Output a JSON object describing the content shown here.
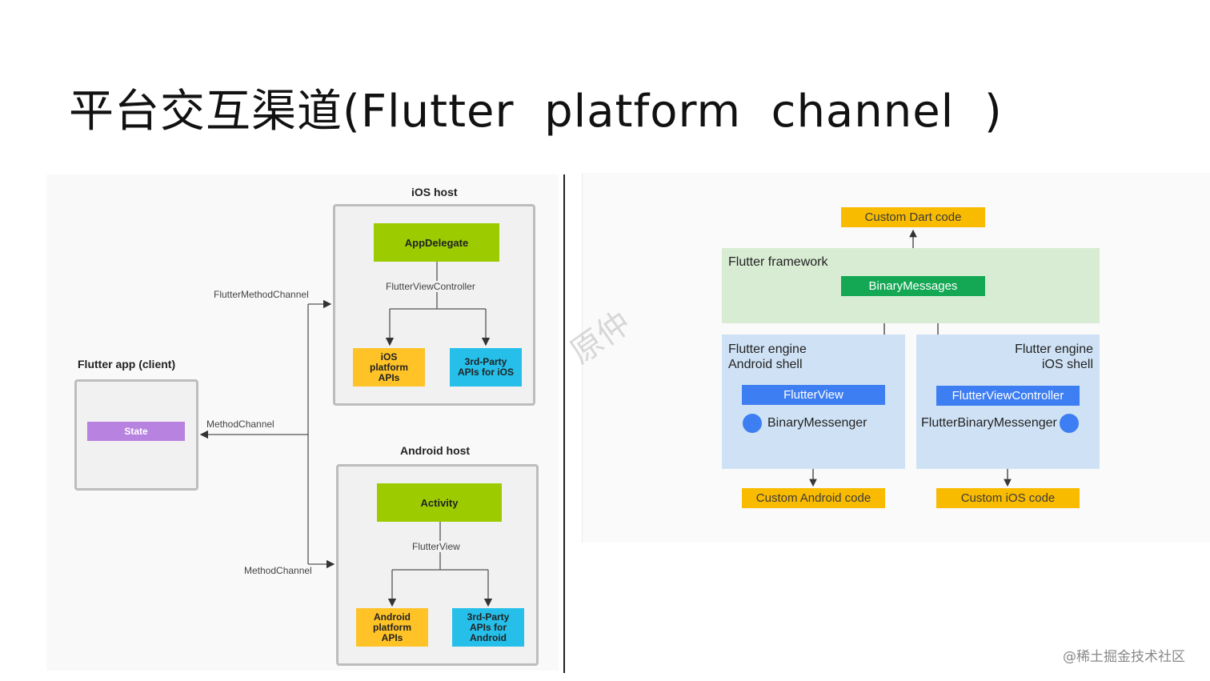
{
  "title": "平台交互渠道(Flutter  platform  channel  )",
  "left_diagram": {
    "ios_host_label": "iOS host",
    "android_host_label": "Android host",
    "client_label": "Flutter app (client)",
    "state": "State",
    "app_delegate": "AppDelegate",
    "flutter_view_controller": "FlutterViewController",
    "ios_platform_apis": "iOS\nplatform\nAPIs",
    "third_party_ios": "3rd-Party\nAPIs for iOS",
    "activity": "Activity",
    "flutter_view": "FlutterView",
    "android_platform_apis": "Android\nplatform\nAPIs",
    "third_party_android": "3rd-Party\nAPIs for\nAndroid",
    "flutter_method_channel": "FlutterMethodChannel",
    "method_channel_client": "MethodChannel",
    "method_channel_android": "MethodChannel"
  },
  "right_diagram": {
    "custom_dart_code": "Custom Dart code",
    "flutter_framework": "Flutter framework",
    "binary_messages": "BinaryMessages",
    "engine_android": "Flutter engine\nAndroid shell",
    "engine_ios": "Flutter engine\niOS shell",
    "flutter_view": "FlutterView",
    "flutter_view_controller": "FlutterViewController",
    "binary_messenger": "BinaryMessenger",
    "flutter_binary_messenger": "FlutterBinaryMessenger",
    "custom_android_code": "Custom Android code",
    "custom_ios_code": "Custom iOS code"
  },
  "watermark": "原仲",
  "footer": "@稀土掘金技术社区",
  "colors": {
    "green": "#9ccc00",
    "yellow": "#ffc327",
    "cyan": "#25bfea",
    "purple": "#b882e0",
    "orange": "#f9bb00",
    "dark_green": "#14a854",
    "blue": "#3e7ef3"
  }
}
